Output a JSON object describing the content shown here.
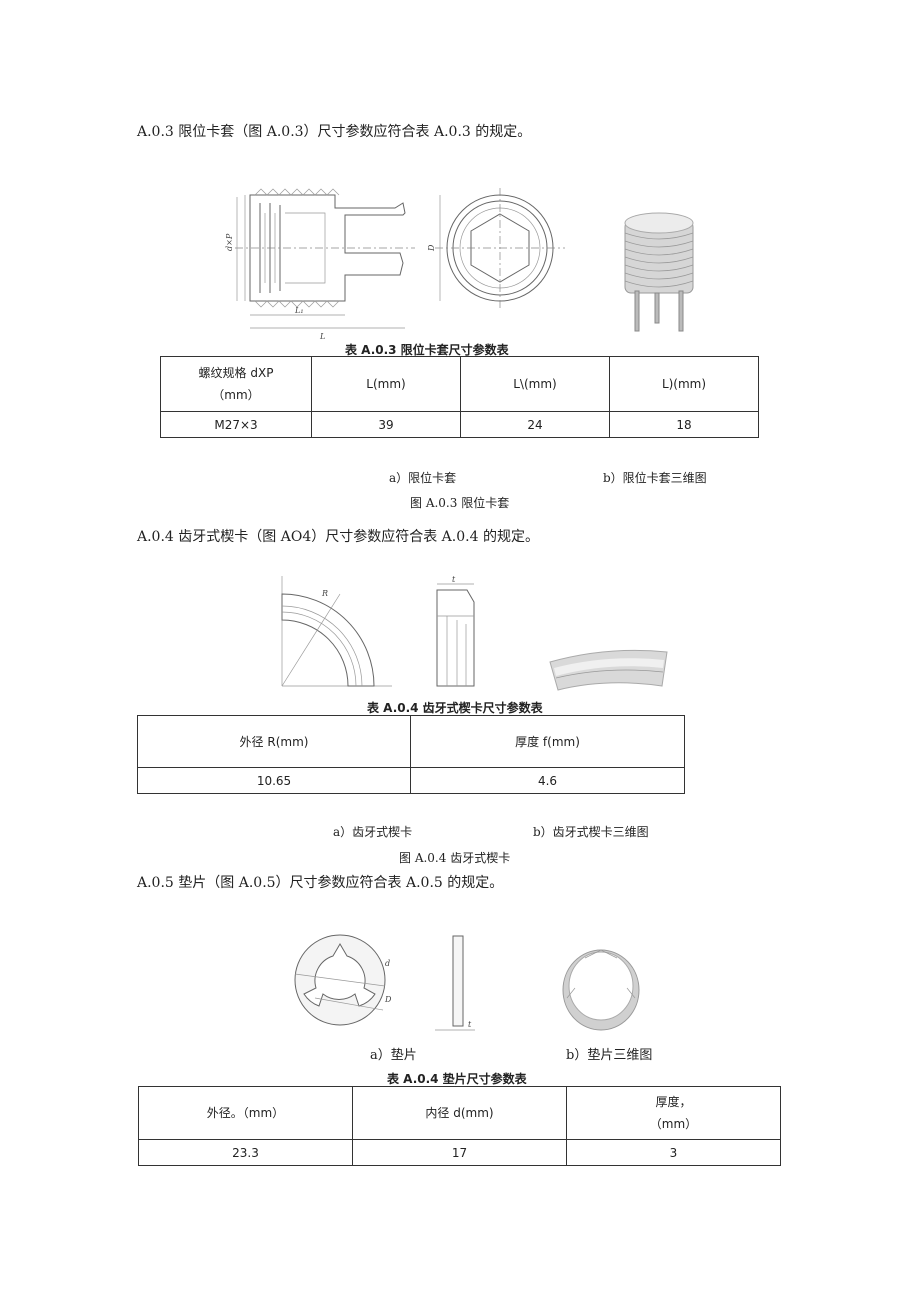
{
  "s3": {
    "intro": "A.0.3 限位卡套（图 A.0.3）尺寸参数应符合表 A.0.3 的规定。",
    "fig_labels": {
      "dxp": "d×P",
      "l1": "L₁",
      "l": "L",
      "d": "D"
    },
    "table_caption": "表 A.0.3 限位卡套尺寸参数表",
    "headers": [
      "螺纹规格 dXP",
      "（mm）",
      "L(mm)",
      "L\\(mm)",
      "L)(mm)"
    ],
    "row": [
      "M27×3",
      "39",
      "24",
      "18"
    ],
    "sub_a": "a）限位卡套",
    "sub_b": "b）限位卡套三维图",
    "fig_caption": "图 A.0.3 限位卡套"
  },
  "s4": {
    "intro": "A.0.4 齿牙式楔卡（图 AO4）尺寸参数应符合表 A.0.4 的规定。",
    "fig_labels": {
      "r": "R",
      "t": "t"
    },
    "table_caption": "表 A.0.4 齿牙式楔卡尺寸参数表",
    "headers": [
      "外径 R(mm)",
      "厚度 f(mm)"
    ],
    "row": [
      "10.65",
      "4.6"
    ],
    "sub_a": "a）齿牙式楔卡",
    "sub_b": "b）齿牙式楔卡三维图",
    "fig_caption": "图 A.0.4 齿牙式楔卡"
  },
  "s5": {
    "intro": "A.0.5 垫片（图 A.0.5）尺寸参数应符合表 A.0.5 的规定。",
    "fig_labels": {
      "d": "d",
      "D": "D",
      "t": "t"
    },
    "sub_a": "a）垫片",
    "sub_b": "b）垫片三维图",
    "table_caption": "表 A.0.4 垫片尺寸参数表",
    "headers": [
      "外径。（mm）",
      "内径 d(mm)",
      "厚度，",
      "（mm）"
    ],
    "row": [
      "23.3",
      "17",
      "3"
    ]
  }
}
